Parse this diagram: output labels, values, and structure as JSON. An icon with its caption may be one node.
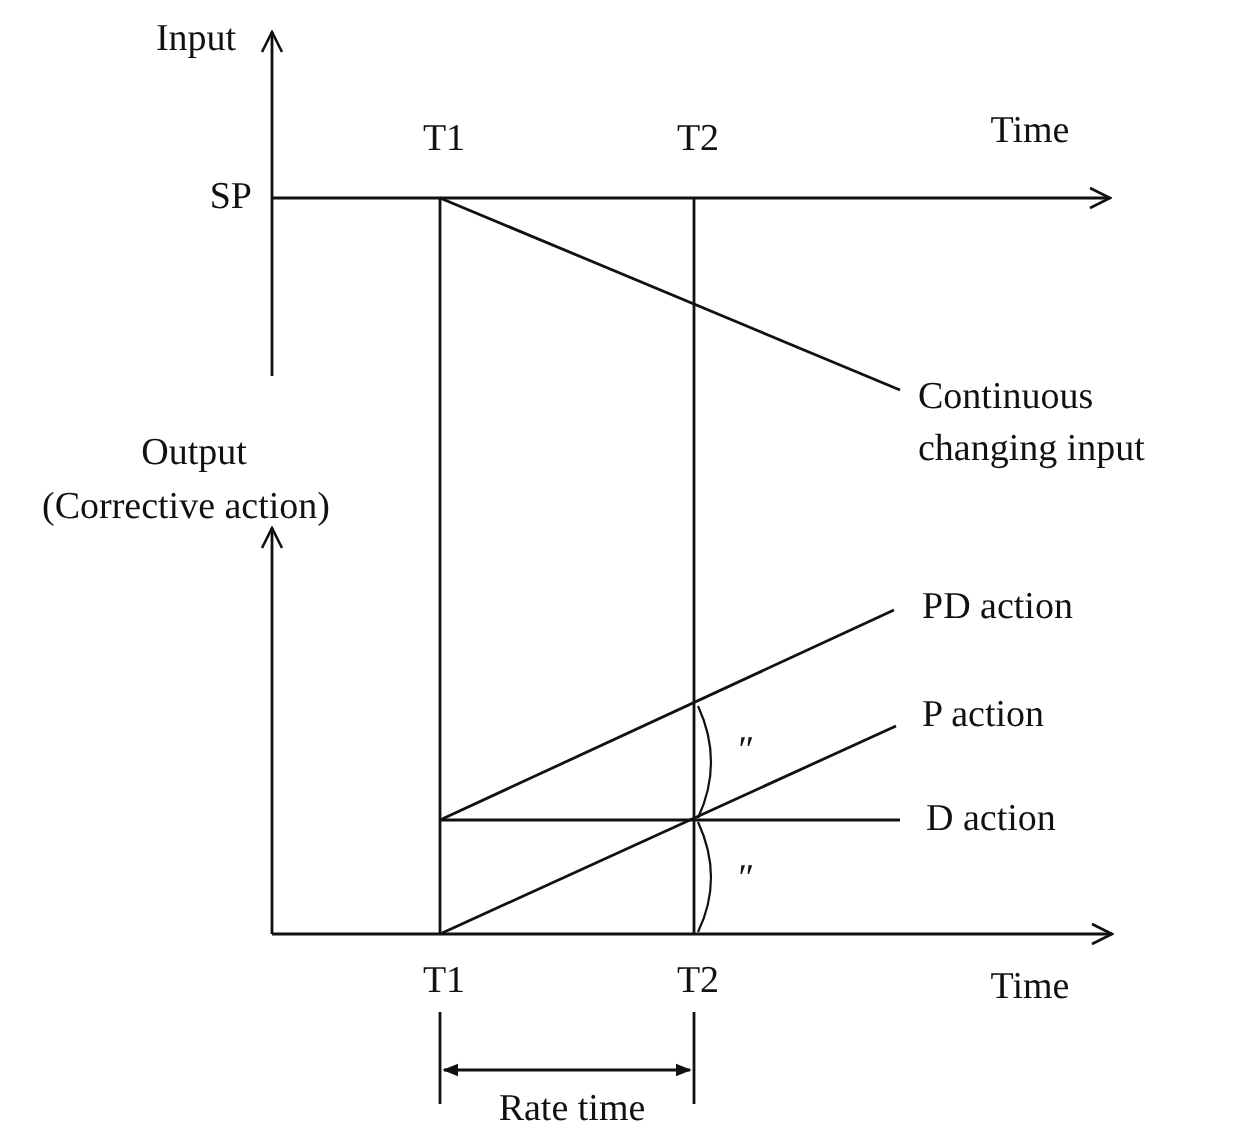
{
  "diagram": {
    "labels": [
      "Input",
      "T1",
      "T2",
      "Time",
      "SP",
      "Continuous changing input",
      "Output",
      "(Corrective action)",
      "PD action",
      "″",
      "P action",
      "D action",
      "″",
      "T1",
      "T2",
      "Time",
      "Rate time"
    ]
  }
}
